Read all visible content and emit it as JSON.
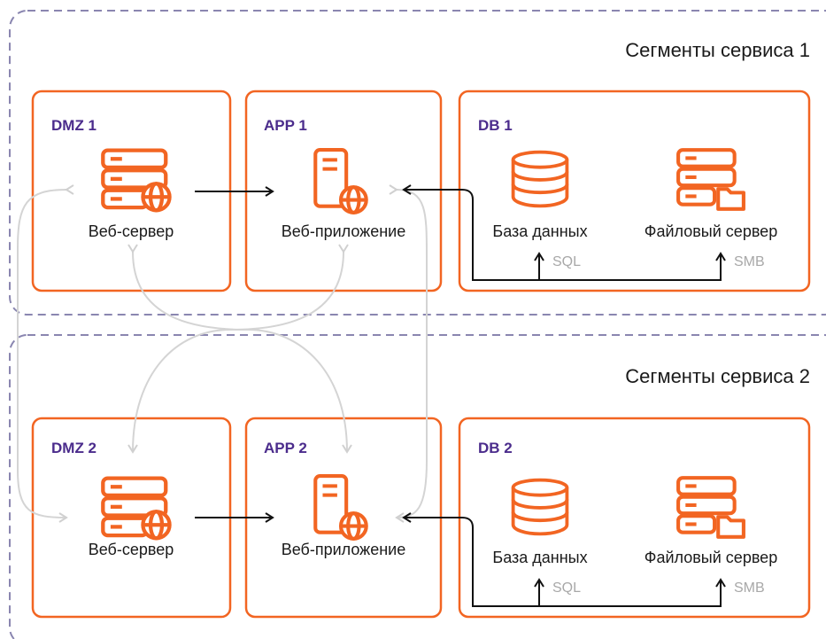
{
  "colors": {
    "accent": "#f26522",
    "title": "#4b2c8c",
    "segment_border": "#8a86b0",
    "grey_arrow": "#d4d4d4",
    "protocol_text": "#a8a8a8"
  },
  "segments": [
    {
      "title": "Сегменты сервиса 1",
      "zones": [
        {
          "title": "DMZ 1",
          "items": [
            {
              "label": "Веб-сервер",
              "icon": "web-server-icon"
            }
          ]
        },
        {
          "title": "APP 1",
          "items": [
            {
              "label": "Веб-приложение",
              "icon": "web-app-icon"
            }
          ]
        },
        {
          "title": "DB 1",
          "items": [
            {
              "label": "База данных",
              "icon": "database-icon",
              "protocol": "SQL"
            },
            {
              "label": "Файловый сервер",
              "icon": "file-server-icon",
              "protocol": "SMB"
            }
          ]
        }
      ]
    },
    {
      "title": "Сегменты сервиса 2",
      "zones": [
        {
          "title": "DMZ 2",
          "items": [
            {
              "label": "Веб-сервер",
              "icon": "web-server-icon"
            }
          ]
        },
        {
          "title": "APP 2",
          "items": [
            {
              "label": "Веб-приложение",
              "icon": "web-app-icon"
            }
          ]
        },
        {
          "title": "DB 2",
          "items": [
            {
              "label": "База данных",
              "icon": "database-icon",
              "protocol": "SQL"
            },
            {
              "label": "Файловый сервер",
              "icon": "file-server-icon",
              "protocol": "SMB"
            }
          ]
        }
      ]
    }
  ]
}
